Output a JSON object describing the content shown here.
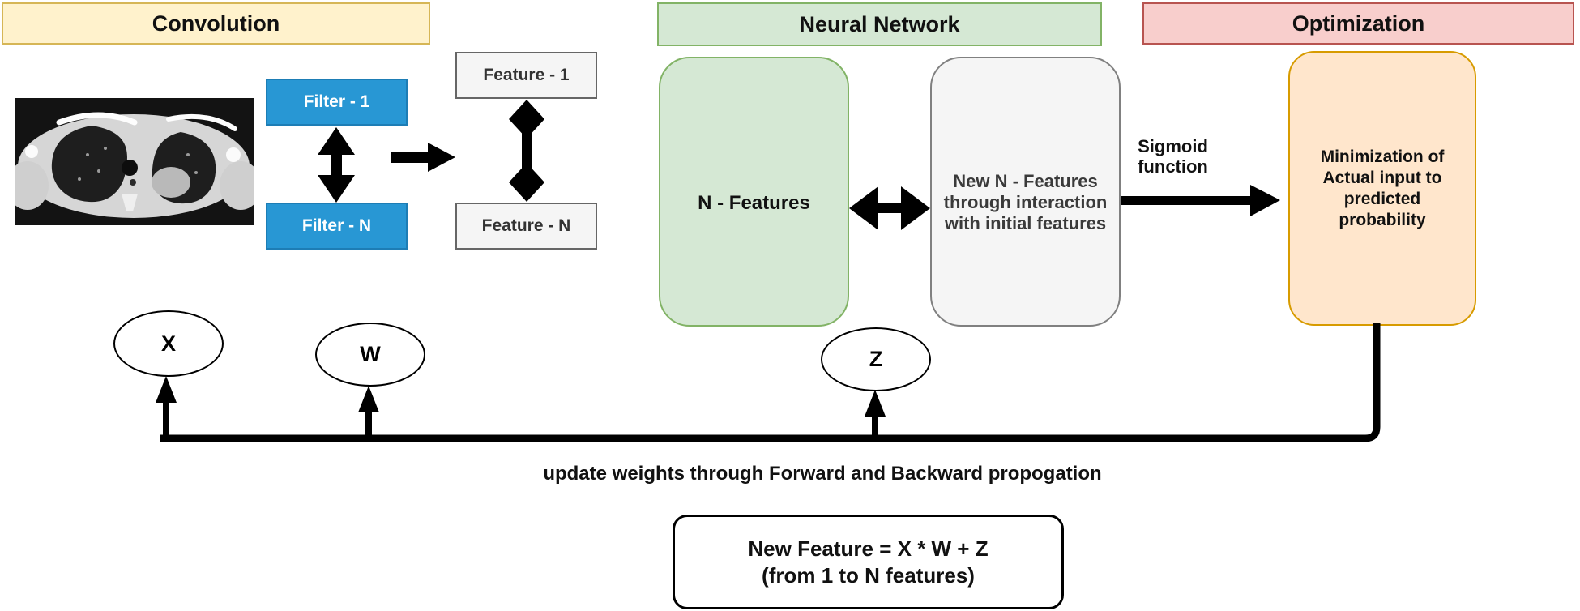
{
  "headers": {
    "convolution": "Convolution",
    "neural_network": "Neural Network",
    "optimization": "Optimization"
  },
  "convolution": {
    "input_image": "axial-chest-ct-scan",
    "filter_1": "Filter - 1",
    "filter_n": "Filter - N",
    "feature_1": "Feature - 1",
    "feature_n": "Feature - N"
  },
  "neural_network": {
    "n_features": "N - Features",
    "new_features": "New N - Features\nthrough interaction\nwith initial features"
  },
  "sigmoid_label": "Sigmoid\nfunction",
  "optimization_box": "Minimization of\nActual input to\npredicted\nprobability",
  "variables": {
    "x": "X",
    "w": "W",
    "z": "Z"
  },
  "feedback_caption": "update weights through Forward and Backward propogation",
  "formula": {
    "line1": "New Feature = X * W +  Z",
    "line2": "(from 1 to N features)"
  },
  "colors": {
    "convolution_header_fill": "#fff2cc",
    "convolution_header_border": "#d6b656",
    "neural_network_fill": "#d5e8d4",
    "neural_network_border": "#82b366",
    "optimization_header_fill": "#f8cecc",
    "optimization_header_border": "#b85450",
    "filter_fill": "#2897d4",
    "feature_fill": "#f5f5f5",
    "minimization_fill": "#ffe6cc",
    "minimization_border": "#d79b00",
    "connector": "#000000"
  }
}
